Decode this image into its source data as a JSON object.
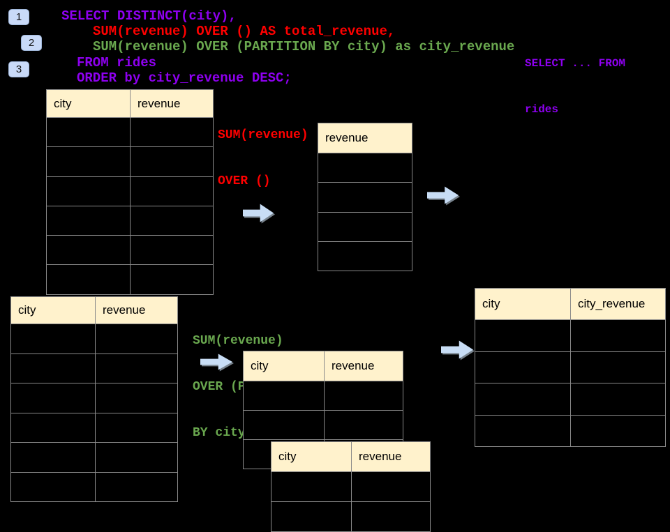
{
  "slide": {
    "steps": {
      "one": "1",
      "two": "2",
      "three": "3"
    },
    "sql": {
      "line1": "SELECT DISTINCT(city),",
      "line2": "SUM(revenue) OVER () AS total_revenue,",
      "line3": "SUM(revenue) OVER (PARTITION BY city) as city_revenue",
      "line4": "FROM rides",
      "line5": "ORDER by city_revenue DESC;"
    },
    "note": {
      "line1": "SELECT ... FROM",
      "line2": "rides"
    },
    "label_total": {
      "line1": "SUM(revenue)",
      "line2": "OVER ()"
    },
    "label_partition": {
      "line1": "SUM(revenue)",
      "line2": "OVER (PARTITION",
      "line3": "BY city)"
    },
    "tables": {
      "source_top": {
        "headers": [
          "city",
          "revenue"
        ],
        "rows": 6
      },
      "revenue_only": {
        "headers": [
          "revenue"
        ],
        "rows": 4
      },
      "source_bottom": {
        "headers": [
          "city",
          "revenue"
        ],
        "rows": 6
      },
      "partition_mid": {
        "headers": [
          "city",
          "revenue"
        ],
        "rows": 3
      },
      "partition_front": {
        "headers": [
          "city",
          "revenue"
        ],
        "rows": 2
      },
      "result": {
        "headers": [
          "city",
          "city_revenue"
        ],
        "rows": 4
      }
    },
    "colors": {
      "keyword_purple": "#8e00f0",
      "total_red": "#ff0000",
      "partition_green": "#6aa84f",
      "table_header_cream": "#fff2cc",
      "arrow_blue": "#c8ddf5",
      "badge_blue": "#c9daf8",
      "background": "#000000"
    }
  }
}
